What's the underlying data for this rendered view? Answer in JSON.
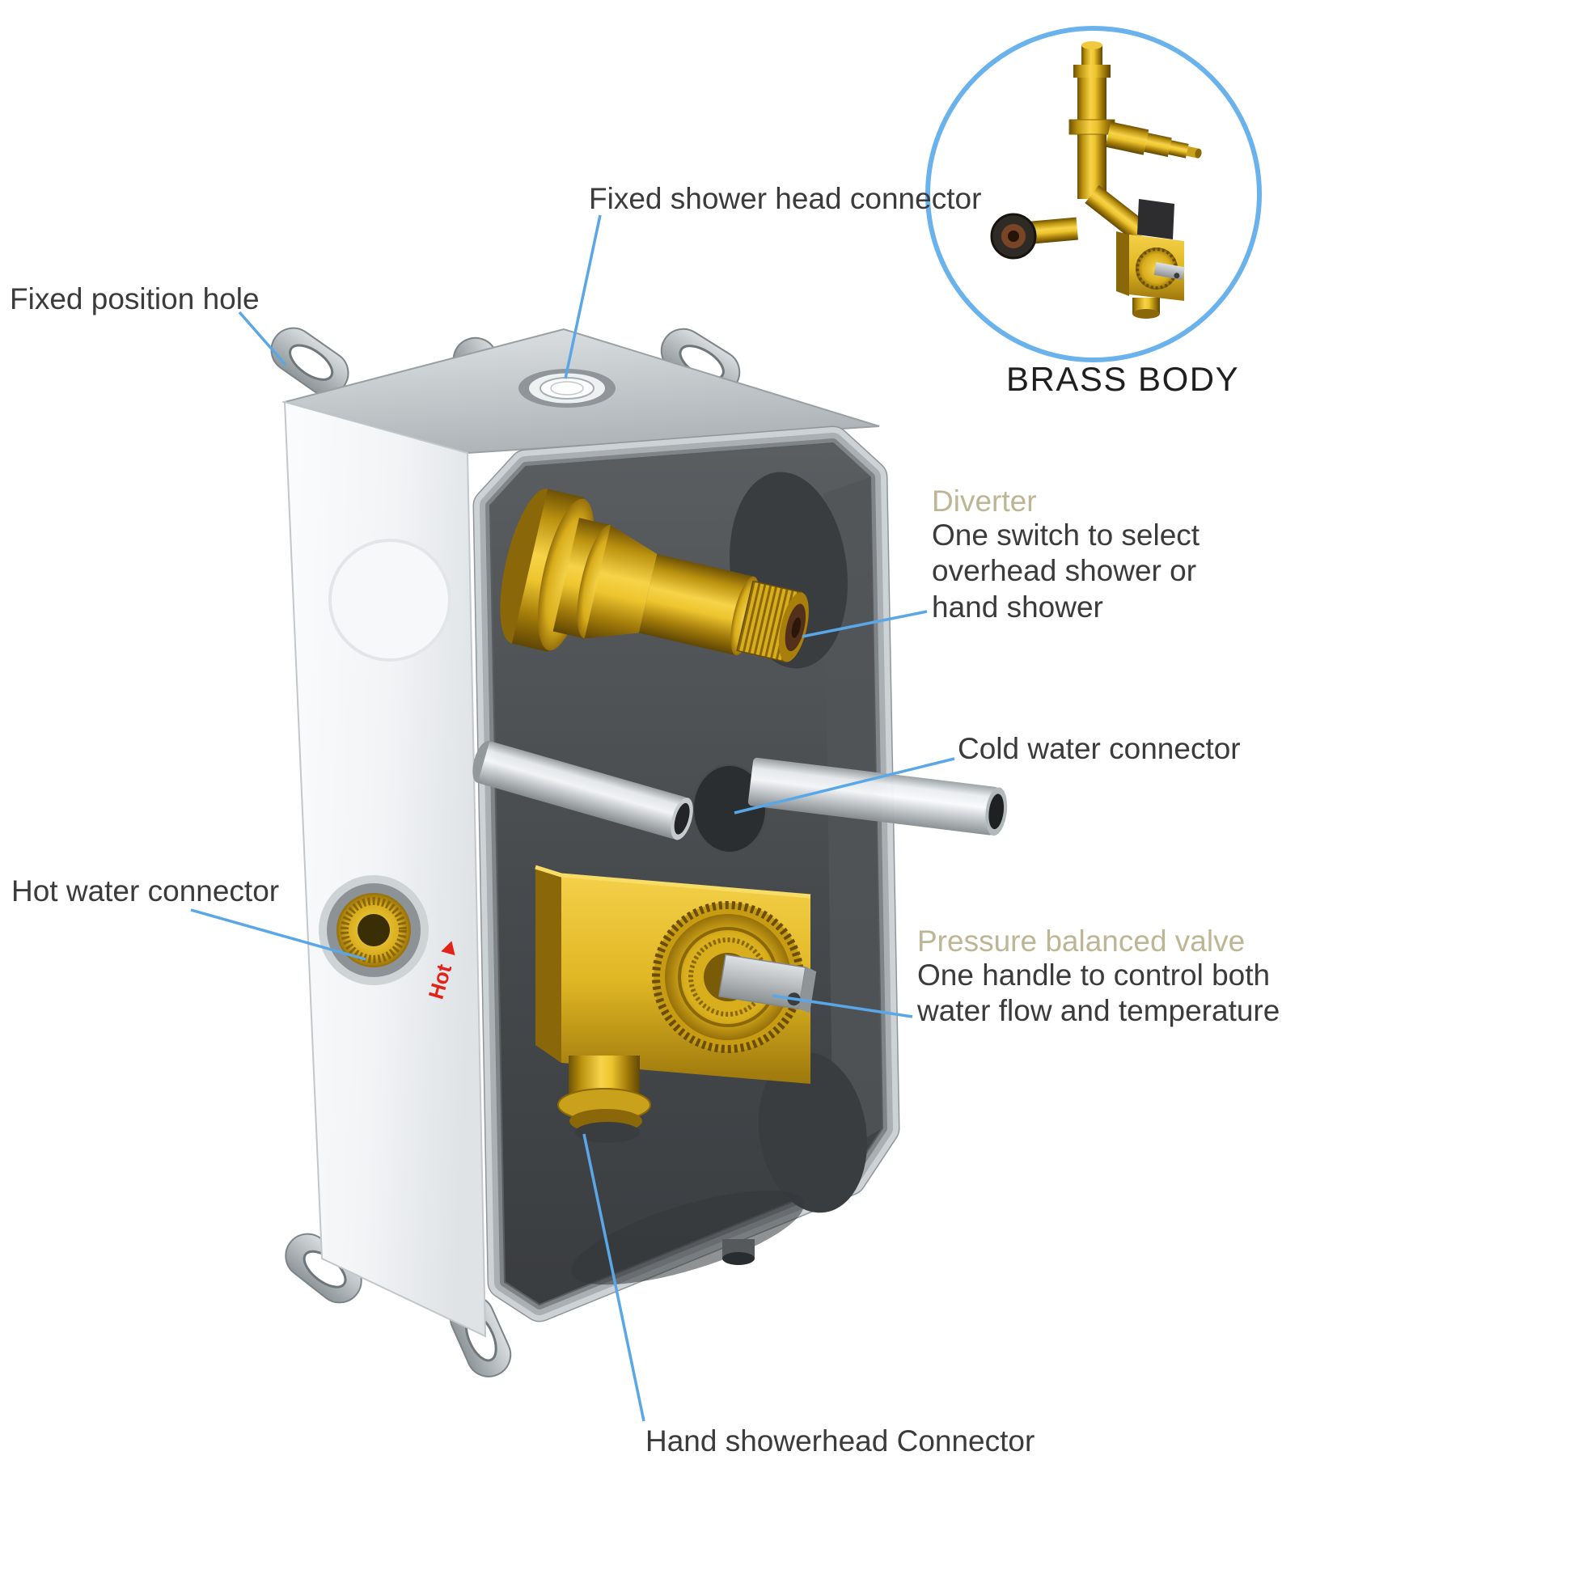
{
  "colors": {
    "callout_line": "#5aa7e8",
    "inset_ring": "#6ab2ec",
    "heading_tan": "#bdb694",
    "body_text": "#3b3b3b",
    "brass": "#e0b724",
    "hot_red": "#e2231a"
  },
  "labels": {
    "fixed_shower_head": "Fixed shower head connector",
    "fixed_position_hole": "Fixed position hole",
    "brass_body": "BRASS BODY",
    "diverter_title": "Diverter",
    "diverter_desc": "One switch to select overhead shower or hand shower",
    "cold_water": "Cold water connector",
    "hot_water": "Hot water connector",
    "pressure_title": "Pressure balanced valve",
    "pressure_desc": "One handle to control both water flow and temperature",
    "hand_showerhead": "Hand showerhead Connector",
    "hot_marker": "Hot"
  }
}
